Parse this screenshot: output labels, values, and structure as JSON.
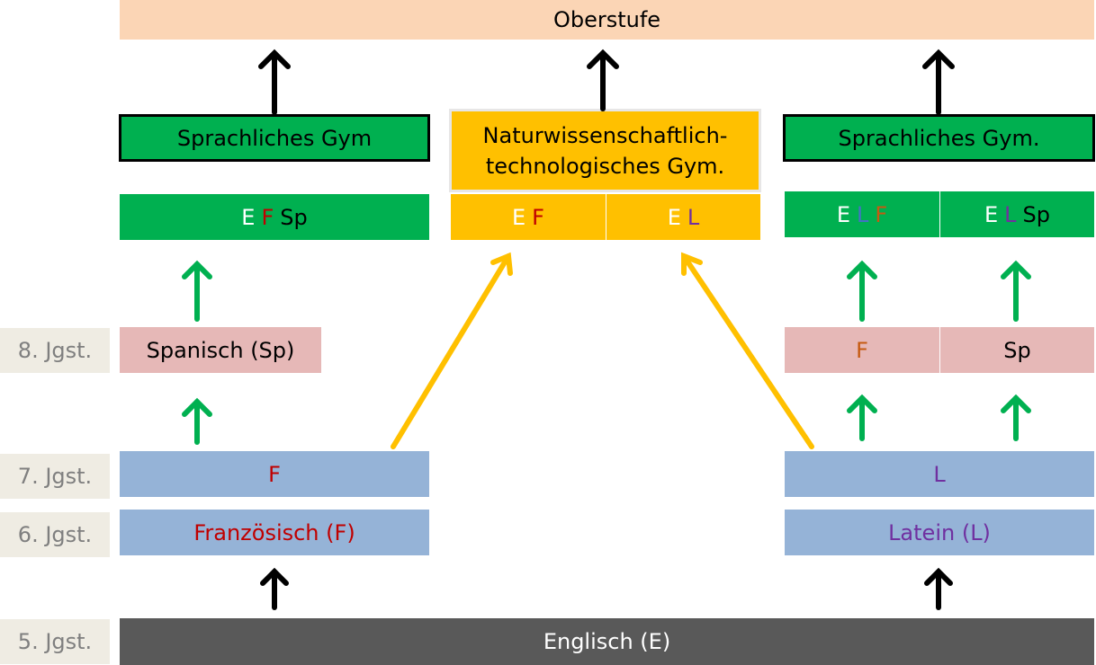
{
  "top": {
    "label": "Oberstufe"
  },
  "grades": {
    "g8": "8. Jgst.",
    "g7": "7. Jgst.",
    "g6": "6. Jgst.",
    "g5": "5. Jgst."
  },
  "left": {
    "gym": "Sprachliches Gym",
    "combo": [
      "E",
      "F",
      "Sp"
    ],
    "spanish": "Spanisch (Sp)",
    "g7": "F",
    "g6": "Französisch (F)"
  },
  "middle": {
    "gym_line1": "Naturwissenschaftlich-",
    "gym_line2": "technologisches Gym.",
    "combo1": [
      "E",
      "F"
    ],
    "combo2": [
      "E",
      "L"
    ]
  },
  "right": {
    "gym": "Sprachliches Gym.",
    "combo1": [
      "E",
      "L",
      "F"
    ],
    "combo2": [
      "E",
      "L",
      "Sp"
    ],
    "g8a": "F",
    "g8b": "Sp",
    "g7": "L",
    "g6": "Latein (L)"
  },
  "base": {
    "label": "Englisch (E)"
  },
  "colors": {
    "green": "#00b050",
    "orange": "#ffc000",
    "pink": "#e6b8b7",
    "blue": "#95b3d7",
    "dark": "#595959",
    "peach": "#fbd5b5"
  }
}
